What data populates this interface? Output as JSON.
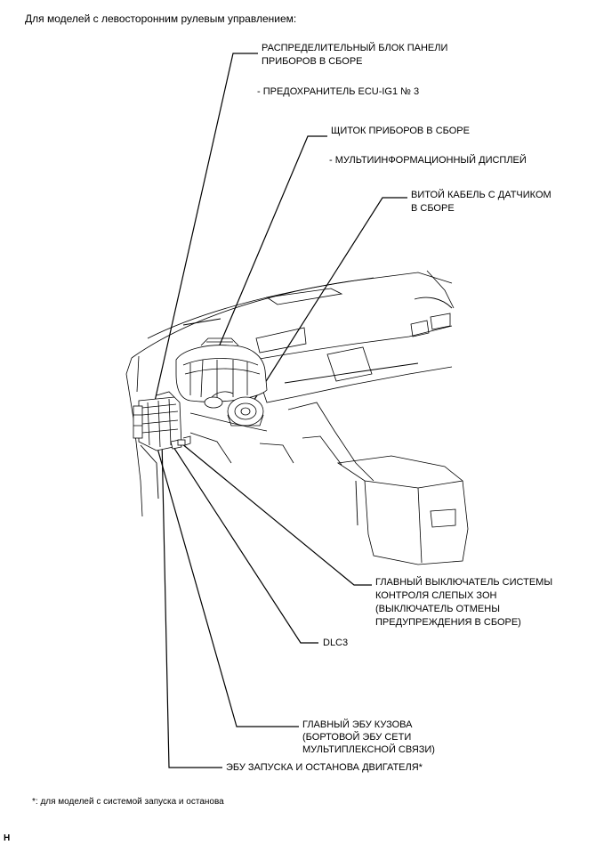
{
  "header": {
    "title": "Для моделей с левосторонним рулевым управлением:"
  },
  "callouts": {
    "fuse_block": {
      "line1": "РАСПРЕДЕЛИТЕЛЬНЫЙ БЛОК ПАНЕЛИ",
      "line2": "ПРИБОРОВ В СБОРЕ",
      "sub": "- ПРЕДОХРАНИТЕЛЬ ECU-IG1 № 3"
    },
    "meter": {
      "line1": "ЩИТОК ПРИБОРОВ В СБОРЕ",
      "sub": "- МУЛЬТИИНФОРМАЦИОННЫЙ ДИСПЛЕЙ"
    },
    "spiral_cable": {
      "line1": "ВИТОЙ КАБЕЛЬ С ДАТЧИКОМ",
      "line2": "В СБОРЕ"
    },
    "bsm_switch": {
      "line1": "ГЛАВНЫЙ ВЫКЛЮЧАТЕЛЬ СИСТЕМЫ",
      "line2": "КОНТРОЛЯ СЛЕПЫХ ЗОН",
      "line3": "(ВЫКЛЮЧАТЕЛЬ ОТМЕНЫ",
      "line4": "ПРЕДУПРЕЖДЕНИЯ В СБОРЕ)"
    },
    "dlc3": {
      "line1": "DLC3"
    },
    "body_ecu": {
      "line1": "ГЛАВНЫЙ ЭБУ КУЗОВА",
      "line2": "(БОРТОВОЙ ЭБУ СЕТИ",
      "line3": "МУЛЬТИПЛЕКСНОЙ СВЯЗИ)"
    },
    "engine_ecu": {
      "line1": "ЭБУ ЗАПУСКА И ОСТАНОВА ДВИГАТЕЛЯ*"
    }
  },
  "footnote": "*: для моделей с системой запуска и останова",
  "corner_mark": "H"
}
